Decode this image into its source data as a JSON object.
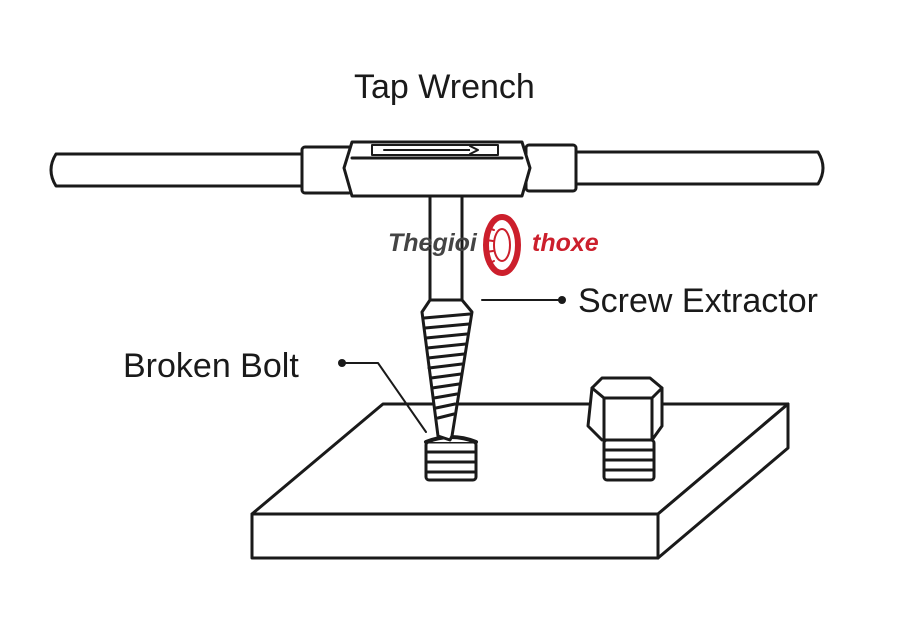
{
  "labels": {
    "tap_wrench": "Tap Wrench",
    "screw_extractor": "Screw Extractor",
    "broken_bolt": "Broken Bolt"
  },
  "watermark": {
    "left": "Thegioi",
    "right": "thoxe",
    "text_color": "#444444",
    "accent_color": "#cc1f2c"
  },
  "colors": {
    "line": "#1a1a1a",
    "background": "#ffffff"
  }
}
